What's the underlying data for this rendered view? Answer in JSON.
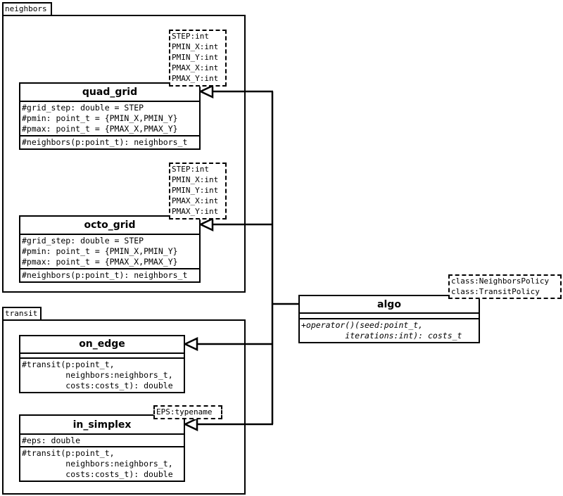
{
  "packages": {
    "neighbors": {
      "label": "neighbors"
    },
    "transit": {
      "label": "transit"
    }
  },
  "classes": {
    "quad_grid": {
      "name": "quad_grid",
      "template_params": "STEP:int\nPMIN_X:int\nPMIN_Y:int\nPMAX_X:int\nPMAX_Y:int",
      "attributes": "#grid_step: double = STEP\n#pmin: point_t = {PMIN_X,PMIN_Y}\n#pmax: point_t = {PMAX_X,PMAX_Y}",
      "operations": "#neighbors(p:point_t): neighbors_t"
    },
    "octo_grid": {
      "name": "octo_grid",
      "template_params": "STEP:int\nPMIN_X:int\nPMIN_Y:int\nPMAX_X:int\nPMAX_Y:int",
      "attributes": "#grid_step: double = STEP\n#pmin: point_t = {PMIN_X,PMIN_Y}\n#pmax: point_t = {PMAX_X,PMAX_Y}",
      "operations": "#neighbors(p:point_t): neighbors_t"
    },
    "on_edge": {
      "name": "on_edge",
      "attributes": "",
      "operations": "#transit(p:point_t,\n         neighbors:neighbors_t,\n         costs:costs_t): double"
    },
    "in_simplex": {
      "name": "in_simplex",
      "template_params": "EPS:typename",
      "attributes": "#eps: double",
      "operations": "#transit(p:point_t,\n         neighbors:neighbors_t,\n         costs:costs_t): double"
    },
    "algo": {
      "name": "algo",
      "template_params": "class:NeighborsPolicy\nclass:TransitPolicy",
      "attributes": "",
      "operations": "+operator()(seed:point_t,\n         iterations:int): costs_t"
    }
  },
  "relationships": [
    {
      "type": "realization",
      "from": "algo",
      "to": "quad_grid"
    },
    {
      "type": "realization",
      "from": "algo",
      "to": "octo_grid"
    },
    {
      "type": "realization",
      "from": "algo",
      "to": "on_edge"
    },
    {
      "type": "realization",
      "from": "algo",
      "to": "in_simplex"
    }
  ]
}
